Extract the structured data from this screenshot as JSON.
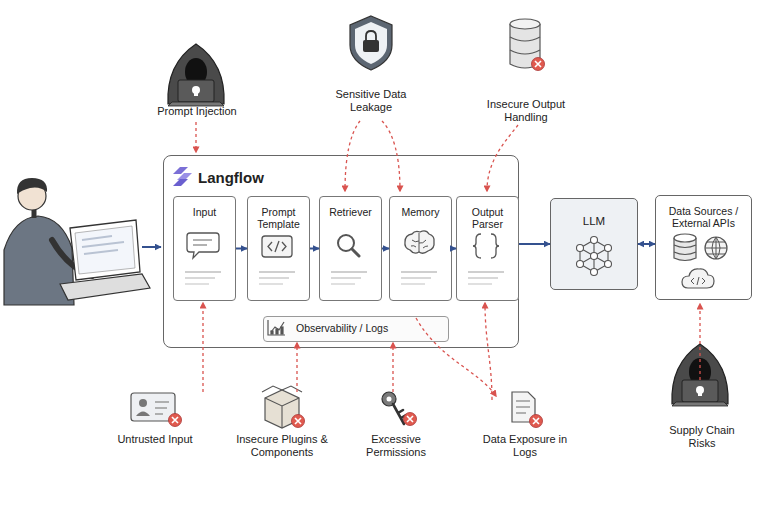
{
  "diagram": {
    "nodes": [
      {
        "text": [
          "Langflow"
        ]
      },
      {
        "text": [
          "Input"
        ],
        "in": 0
      },
      {
        "text": [
          "Prompt Template"
        ],
        "in": 0
      },
      {
        "text": [
          "Retriever"
        ],
        "in": 0
      },
      {
        "text": [
          "Memory"
        ],
        "in": 0
      },
      {
        "text": [
          "Output Parser"
        ],
        "in": 0
      },
      {
        "text": [
          "Observability / Logs"
        ],
        "in": 0
      },
      {
        "text": [
          "LLM"
        ]
      },
      {
        "text": [
          "Data Sources / External APIs"
        ]
      }
    ],
    "edges": [
      {
        "from": 1,
        "to": 2,
        "arrow": "to"
      },
      {
        "from": 2,
        "to": 3,
        "arrow": "to"
      },
      {
        "from": 3,
        "to": 4,
        "arrow": "to"
      },
      {
        "from": 4,
        "to": 5,
        "arrow": "to"
      },
      {
        "from": 0,
        "to": 7,
        "arrow": "to"
      },
      {
        "from": 7,
        "to": 8,
        "arrow": "both"
      }
    ],
    "labels": [
      "Prompt Injection",
      "Sensitive Data Leakage",
      "Insecure Output Handling",
      "Untrusted Input",
      "Insecure Plugins & Components",
      "Excessive Permissions",
      "Data Exposure in Logs",
      "Supply Chain Risks"
    ]
  }
}
